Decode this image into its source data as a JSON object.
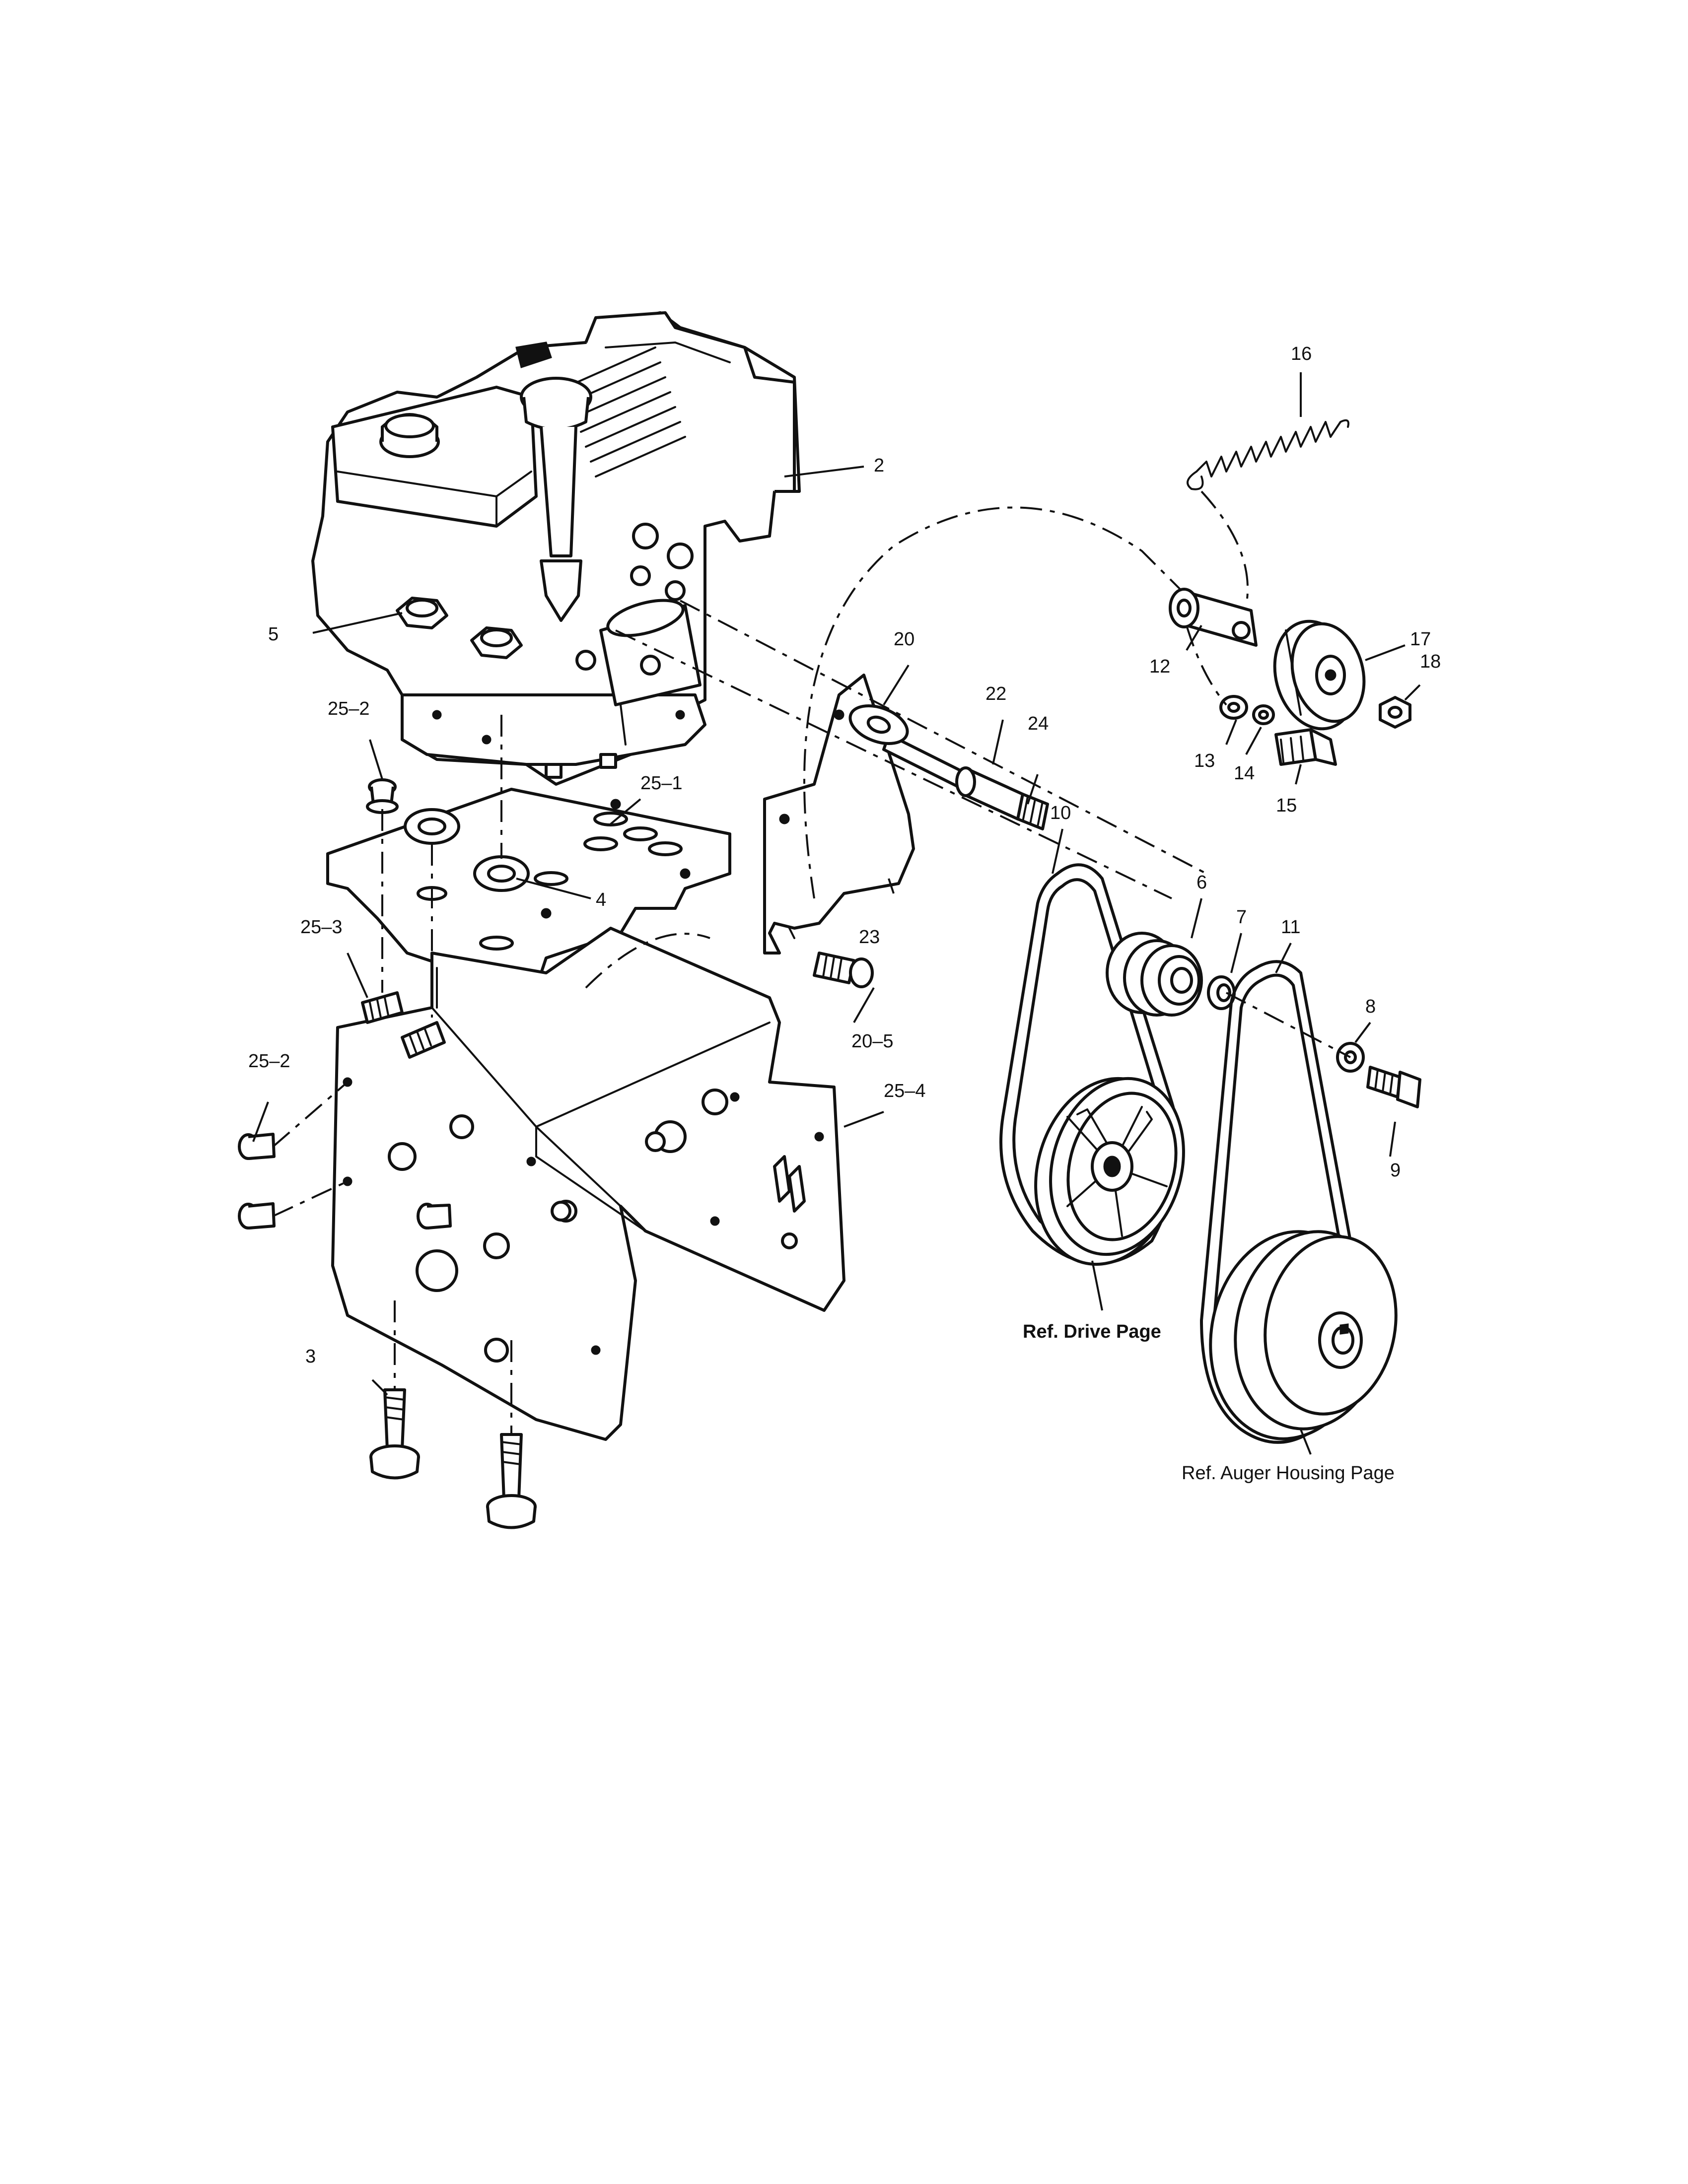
{
  "labels": {
    "l2": "2",
    "l3": "3",
    "l4": "4",
    "l5": "5",
    "l6": "6",
    "l7": "7",
    "l8": "8",
    "l9": "9",
    "l10": "10",
    "l11": "11",
    "l12": "12",
    "l13": "13",
    "l14": "14",
    "l15": "15",
    "l16": "16",
    "l17": "17",
    "l18": "18",
    "l20": "20",
    "l20_5": "20–5",
    "l22": "22",
    "l23": "23",
    "l24": "24",
    "l25_1": "25–1",
    "l25_2a": "25–2",
    "l25_2b": "25–2",
    "l25_3": "25–3",
    "l25_4": "25–4"
  },
  "references": {
    "drive": "Ref. Drive Page",
    "auger": "Ref. Auger Housing Page"
  }
}
